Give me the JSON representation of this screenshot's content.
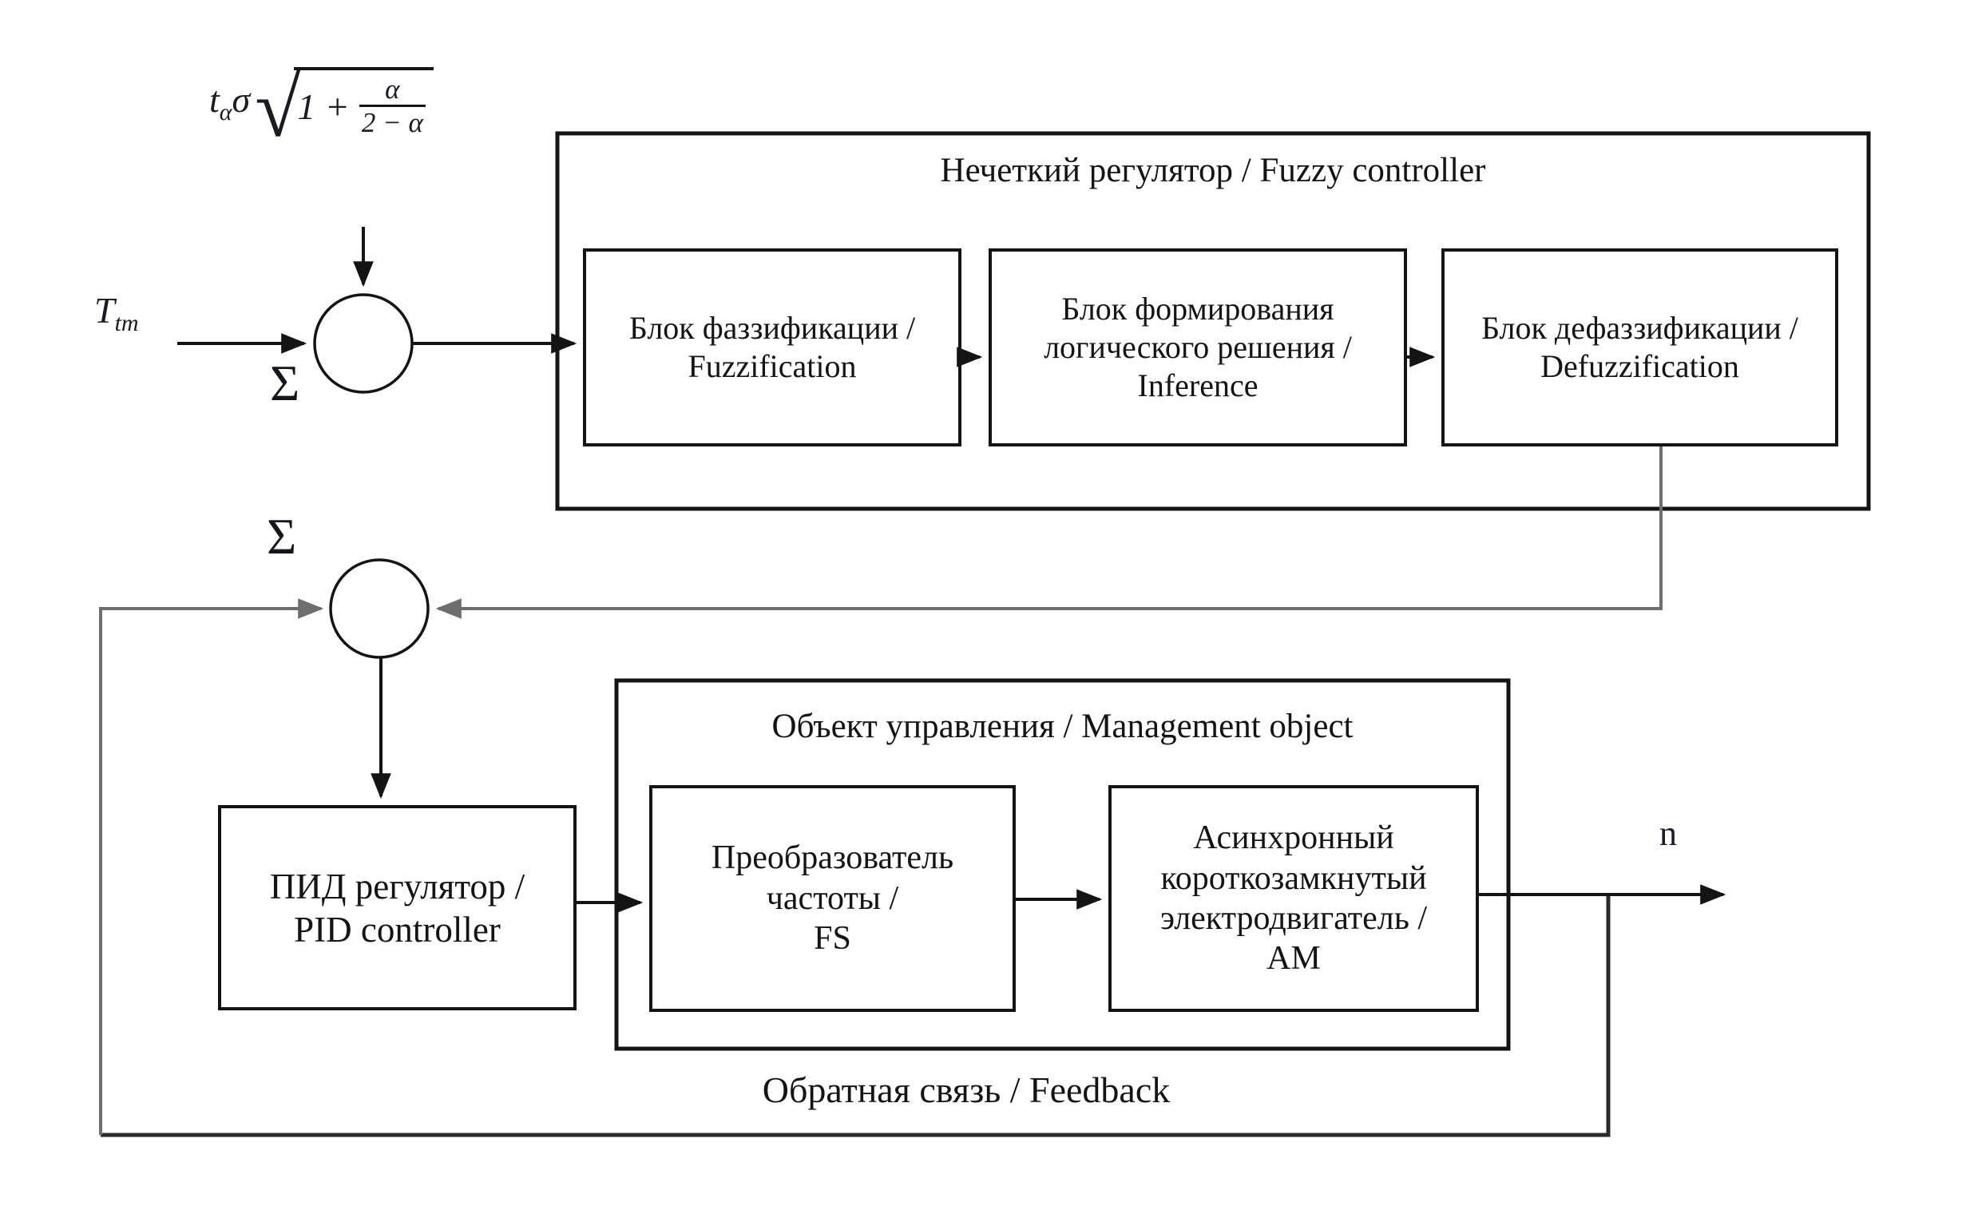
{
  "colors": {
    "background": "#ffffff",
    "line": "#141414",
    "feedback_line": "#7b7b7b",
    "text": "#141414"
  },
  "formula": {
    "t": "t",
    "t_sub": "α",
    "sigma": "σ",
    "radical": "√",
    "one_plus": "1 +",
    "frac_num": "α",
    "frac_den": "2 − α"
  },
  "signals": {
    "input_main": "T",
    "input_sub": "tm",
    "sum_top": "Σ",
    "sum_bottom": "Σ",
    "output": "n"
  },
  "fuzzy_controller": {
    "title": "Нечеткий регулятор / Fuzzy controller",
    "fuzzification": {
      "line1": "Блок фаззификации /",
      "line2": "Fuzzification"
    },
    "inference": {
      "line1": "Блок формирования",
      "line2": "логического решения /",
      "line3": "Inference"
    },
    "defuzzification": {
      "line1": "Блок дефаззификации /",
      "line2": "Defuzzification"
    }
  },
  "pid": {
    "line1": "ПИД регулятор /",
    "line2": "PID controller"
  },
  "management_object": {
    "title": "Объект управления / Management object",
    "frequency_converter": {
      "line1": "Преобразователь",
      "line2": "частоты /",
      "line3": "FS"
    },
    "motor": {
      "line1": "Асинхронный",
      "line2": "короткозамкнутый",
      "line3": "электродвигатель /",
      "line4": "АМ"
    }
  },
  "feedback": {
    "label": "Обратная связь / Feedback"
  }
}
